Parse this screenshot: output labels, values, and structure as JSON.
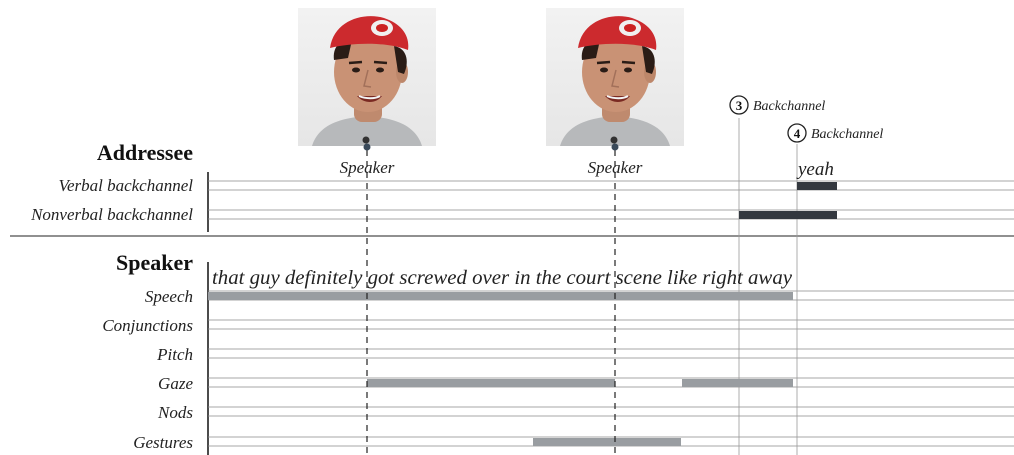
{
  "addressee": {
    "title": "Addressee",
    "rows": [
      "Verbal backchannel",
      "Nonverbal backchannel"
    ]
  },
  "speaker": {
    "title": "Speaker",
    "rows": [
      "Speech",
      "Conjunctions",
      "Pitch",
      "Gaze",
      "Nods",
      "Gestures"
    ],
    "speech_text": "that guy definitely got screwed over in the court scene like right away"
  },
  "thumbnails": [
    {
      "caption": "Speaker"
    },
    {
      "caption": "Speaker"
    }
  ],
  "markers": [
    {
      "number": "3",
      "label": "Backchannel"
    },
    {
      "number": "4",
      "label": "Backchannel"
    }
  ],
  "verbal_backchannel_word": "yeah",
  "colors": {
    "addressee_bar": "#33383f",
    "speaker_bar": "#999da1",
    "grid_line": "#8a8a8a",
    "skin": "#c99275",
    "cap": "#cc2a2e",
    "hair": "#2a1d17",
    "shirt": "#b7b9bb"
  }
}
